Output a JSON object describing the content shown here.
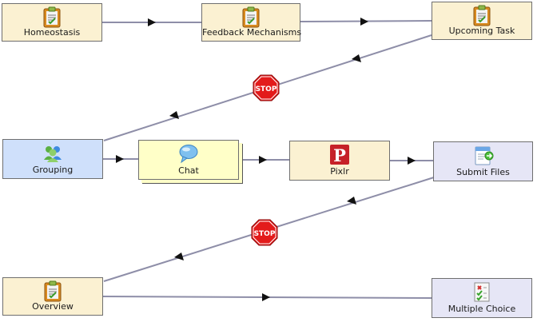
{
  "nodes": {
    "homeostasis": {
      "label": "Homeostasis",
      "icon": "clipboard-task-icon"
    },
    "feedback": {
      "label": "Feedback Mechanisms",
      "icon": "clipboard-task-icon"
    },
    "upcoming": {
      "label": "Upcoming Task",
      "icon": "clipboard-task-icon"
    },
    "grouping": {
      "label": "Grouping",
      "icon": "people-group-icon"
    },
    "chat": {
      "label": "Chat",
      "icon": "speech-bubble-icon"
    },
    "pixlr": {
      "label": "Pixlr",
      "icon": "pixlr-p-icon"
    },
    "submit": {
      "label": "Submit Files",
      "icon": "file-upload-icon"
    },
    "overview": {
      "label": "Overview",
      "icon": "clipboard-task-icon"
    },
    "multiple": {
      "label": "Multiple Choice",
      "icon": "checklist-icon"
    }
  },
  "stop_gates": [
    {
      "label": "STOP"
    },
    {
      "label": "STOP"
    }
  ],
  "colors": {
    "activity_fill": "#fbf1d2",
    "grouping_fill": "#cfe0fb",
    "chat_fill": "#ffffc8",
    "lavender_fill": "#e6e6f6",
    "connector": "#8e8ea8",
    "stop_red": "#e31b1b"
  }
}
